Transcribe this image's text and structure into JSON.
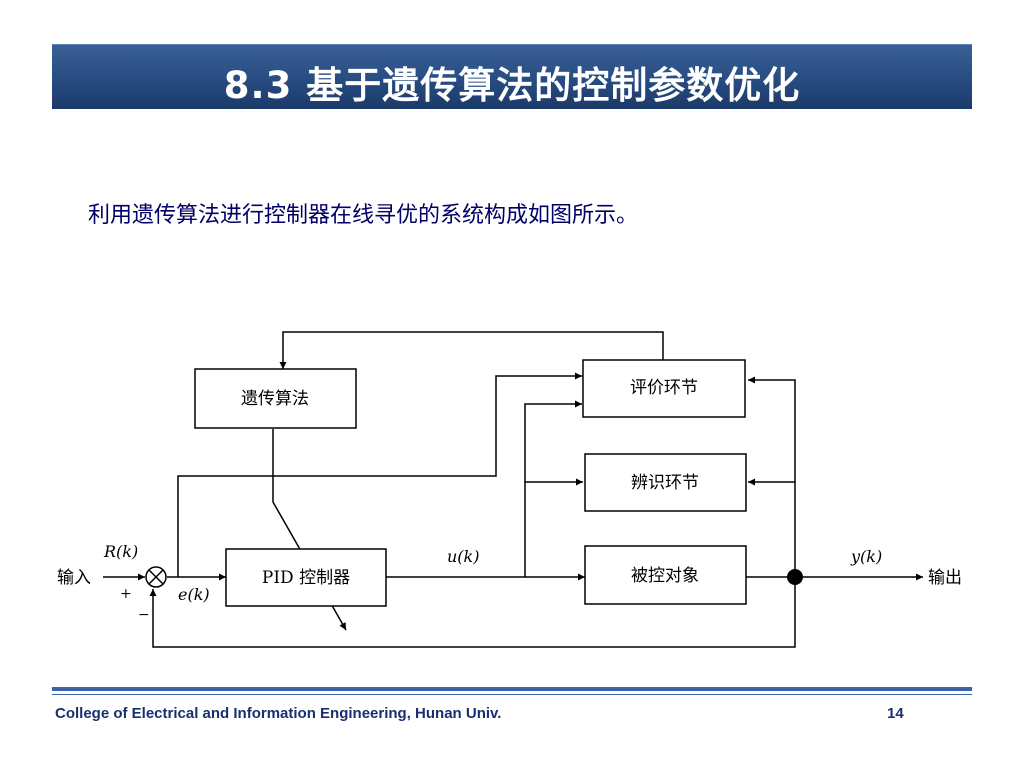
{
  "slide": {
    "title": "8.3  基于遗传算法的控制参数优化",
    "intro": "利用遗传算法进行控制器在线寻优的系统构成如图所示。"
  },
  "diagram": {
    "blocks": {
      "ga": "遗传算法",
      "pid": "PID 控制器",
      "eval": "评价环节",
      "ident": "辨识环节",
      "plant": "被控对象"
    },
    "signals": {
      "input": "输入",
      "output": "输出",
      "reference": "R(k)",
      "error": "e(k)",
      "control": "u(k)",
      "plant_output": "y(k)",
      "plus_sign": "+",
      "minus_sign": "−"
    }
  },
  "footer": {
    "college": "College of Electrical and Information Engineering, Hunan Univ.",
    "page": "14"
  },
  "colors": {
    "title_bar": "#294e84",
    "intro_text": "#000066",
    "footer_text": "#1a2f6e",
    "rule": "#3b63a8"
  }
}
